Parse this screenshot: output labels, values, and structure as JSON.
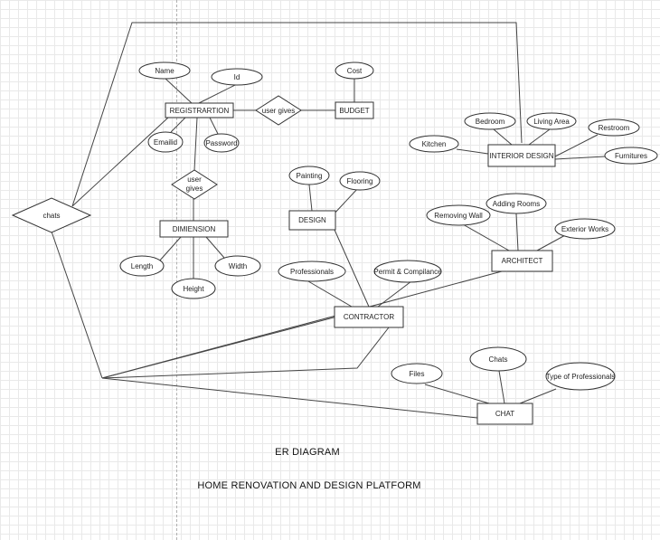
{
  "diagram": {
    "caption_title": "ER DIAGRAM",
    "caption_subtitle": "HOME RENOVATION AND DESIGN PLATFORM",
    "entities": {
      "registration": "REGISTRARTION",
      "budget": "BUDGET",
      "dimension": "DIMIENSION",
      "design": "DESIGN",
      "interior_design": "INTERIOR DESIGN",
      "architect": "ARCHITECT",
      "contractor": "CONTRACTOR",
      "chat": "CHAT"
    },
    "relationships": {
      "user_gives_budget": "user gives",
      "user_gives_dimension": [
        "user",
        "gives"
      ],
      "chats": "chats"
    },
    "attributes": {
      "name": "Name",
      "id": "Id",
      "emailid": "Emailid",
      "password": "Password",
      "cost": "Cost",
      "length": "Length",
      "height": "Height",
      "width": "Width",
      "painting": "Painting",
      "flooring": "Flooring",
      "professionals": "Professionals",
      "permit": "Permit & Compilance",
      "bedroom": "Bedroom",
      "living_area": "Living Area",
      "restroom": "Restroom",
      "kitchen": "Kitchen",
      "furnitures": "Furnitures",
      "removing_wall": "Removing Wall",
      "adding_rooms": "Adding Rooms",
      "exterior_works": "Exterior Works",
      "files": "Files",
      "chats_attr": "Chats",
      "type_of_professionals": "Type of Professionals"
    }
  }
}
